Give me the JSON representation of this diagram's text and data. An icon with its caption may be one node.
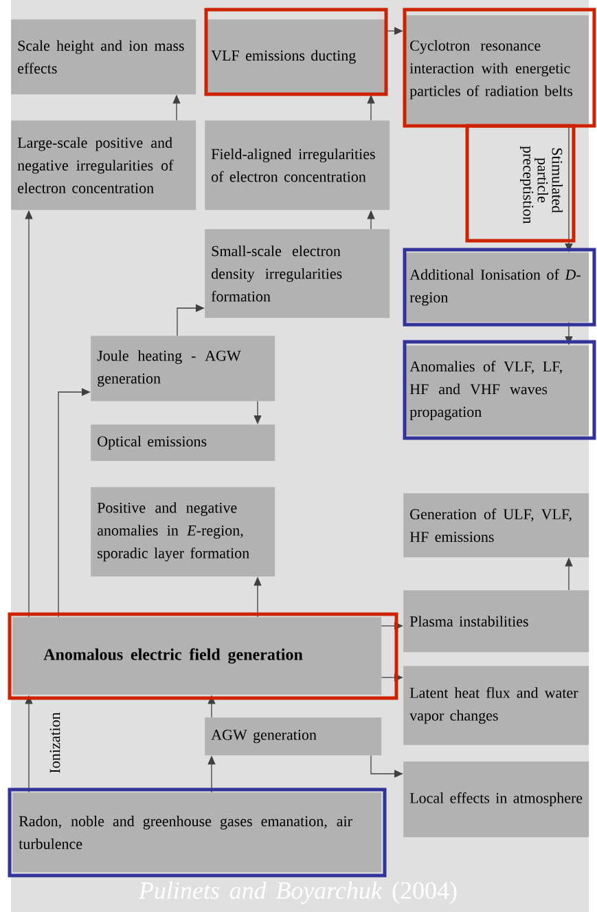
{
  "diagram": {
    "caption": "*Pulinets and Boyarchuk* (2004)",
    "nodes": [
      {
        "text": [
          "Scale height and ion mass effects"
        ]
      },
      {
        "text": [
          "VLF emissions ducting"
        ]
      },
      {
        "text": [
          "Cyclotron resonance interaction with energetic particles of radiation belts"
        ]
      },
      {
        "text": [
          "Large-scale positive and negative irregularities of electron concentration"
        ]
      },
      {
        "text": [
          "Field-aligned irregularities of electron concentration"
        ]
      },
      {
        "text": [
          "Small-scale electron density irregularities formation"
        ]
      },
      {
        "text": [
          "Additional Ionisation of *D*-region"
        ]
      },
      {
        "text": [
          "Joule heating - AGW generation"
        ]
      },
      {
        "text": [
          "Anomalies of VLF, LF, HF and VHF waves propagation"
        ]
      },
      {
        "text": [
          "Optical emissions"
        ]
      },
      {
        "text": [
          "Positive and negative anomalies in *E*-region, sporadic layer formation"
        ]
      },
      {
        "text": [
          "Generation of ULF, VLF, HF emissions"
        ]
      },
      {
        "text": [
          "Anomalous electric field generation"
        ]
      },
      {
        "text": [
          "Plasma instabilities"
        ]
      },
      {
        "text": [
          "Latent heat flux and water vapor changes"
        ]
      },
      {
        "text": [
          "AGW generation"
        ]
      },
      {
        "text": [
          "Local effects in atmosphere"
        ]
      },
      {
        "text": [
          "Radon, noble and greenhouse gases emanation, air turbulence"
        ]
      }
    ],
    "edges": [
      {
        "from": 3,
        "to": 0,
        "arrow": "to"
      },
      {
        "from": 4,
        "to": 1,
        "arrow": "to"
      },
      {
        "from": 1,
        "to": 2,
        "arrow": "to"
      },
      {
        "from": 2,
        "to": 6,
        "arrow": "to",
        "label": "Stimulated particle preceptistion"
      },
      {
        "from": 6,
        "to": 8,
        "arrow": "to"
      },
      {
        "from": 5,
        "to": 4,
        "arrow": "to"
      },
      {
        "from": 7,
        "to": 5,
        "arrow": "to"
      },
      {
        "from": 7,
        "to": 9,
        "arrow": "to"
      },
      {
        "from": 12,
        "to": 3,
        "arrow": "to"
      },
      {
        "from": 12,
        "to": 7,
        "arrow": "to"
      },
      {
        "from": 12,
        "to": 10,
        "arrow": "to"
      },
      {
        "from": 12,
        "to": 13,
        "arrow": "to"
      },
      {
        "from": 12,
        "to": 14,
        "arrow": "to"
      },
      {
        "from": 13,
        "to": 11,
        "arrow": "to"
      },
      {
        "from": 17,
        "to": 12,
        "arrow": "to",
        "label": "Ionization"
      },
      {
        "from": 17,
        "to": 15,
        "arrow": "to"
      },
      {
        "from": 15,
        "to": 12,
        "arrow": "to"
      },
      {
        "from": 15,
        "to": 16,
        "arrow": "to"
      }
    ]
  }
}
